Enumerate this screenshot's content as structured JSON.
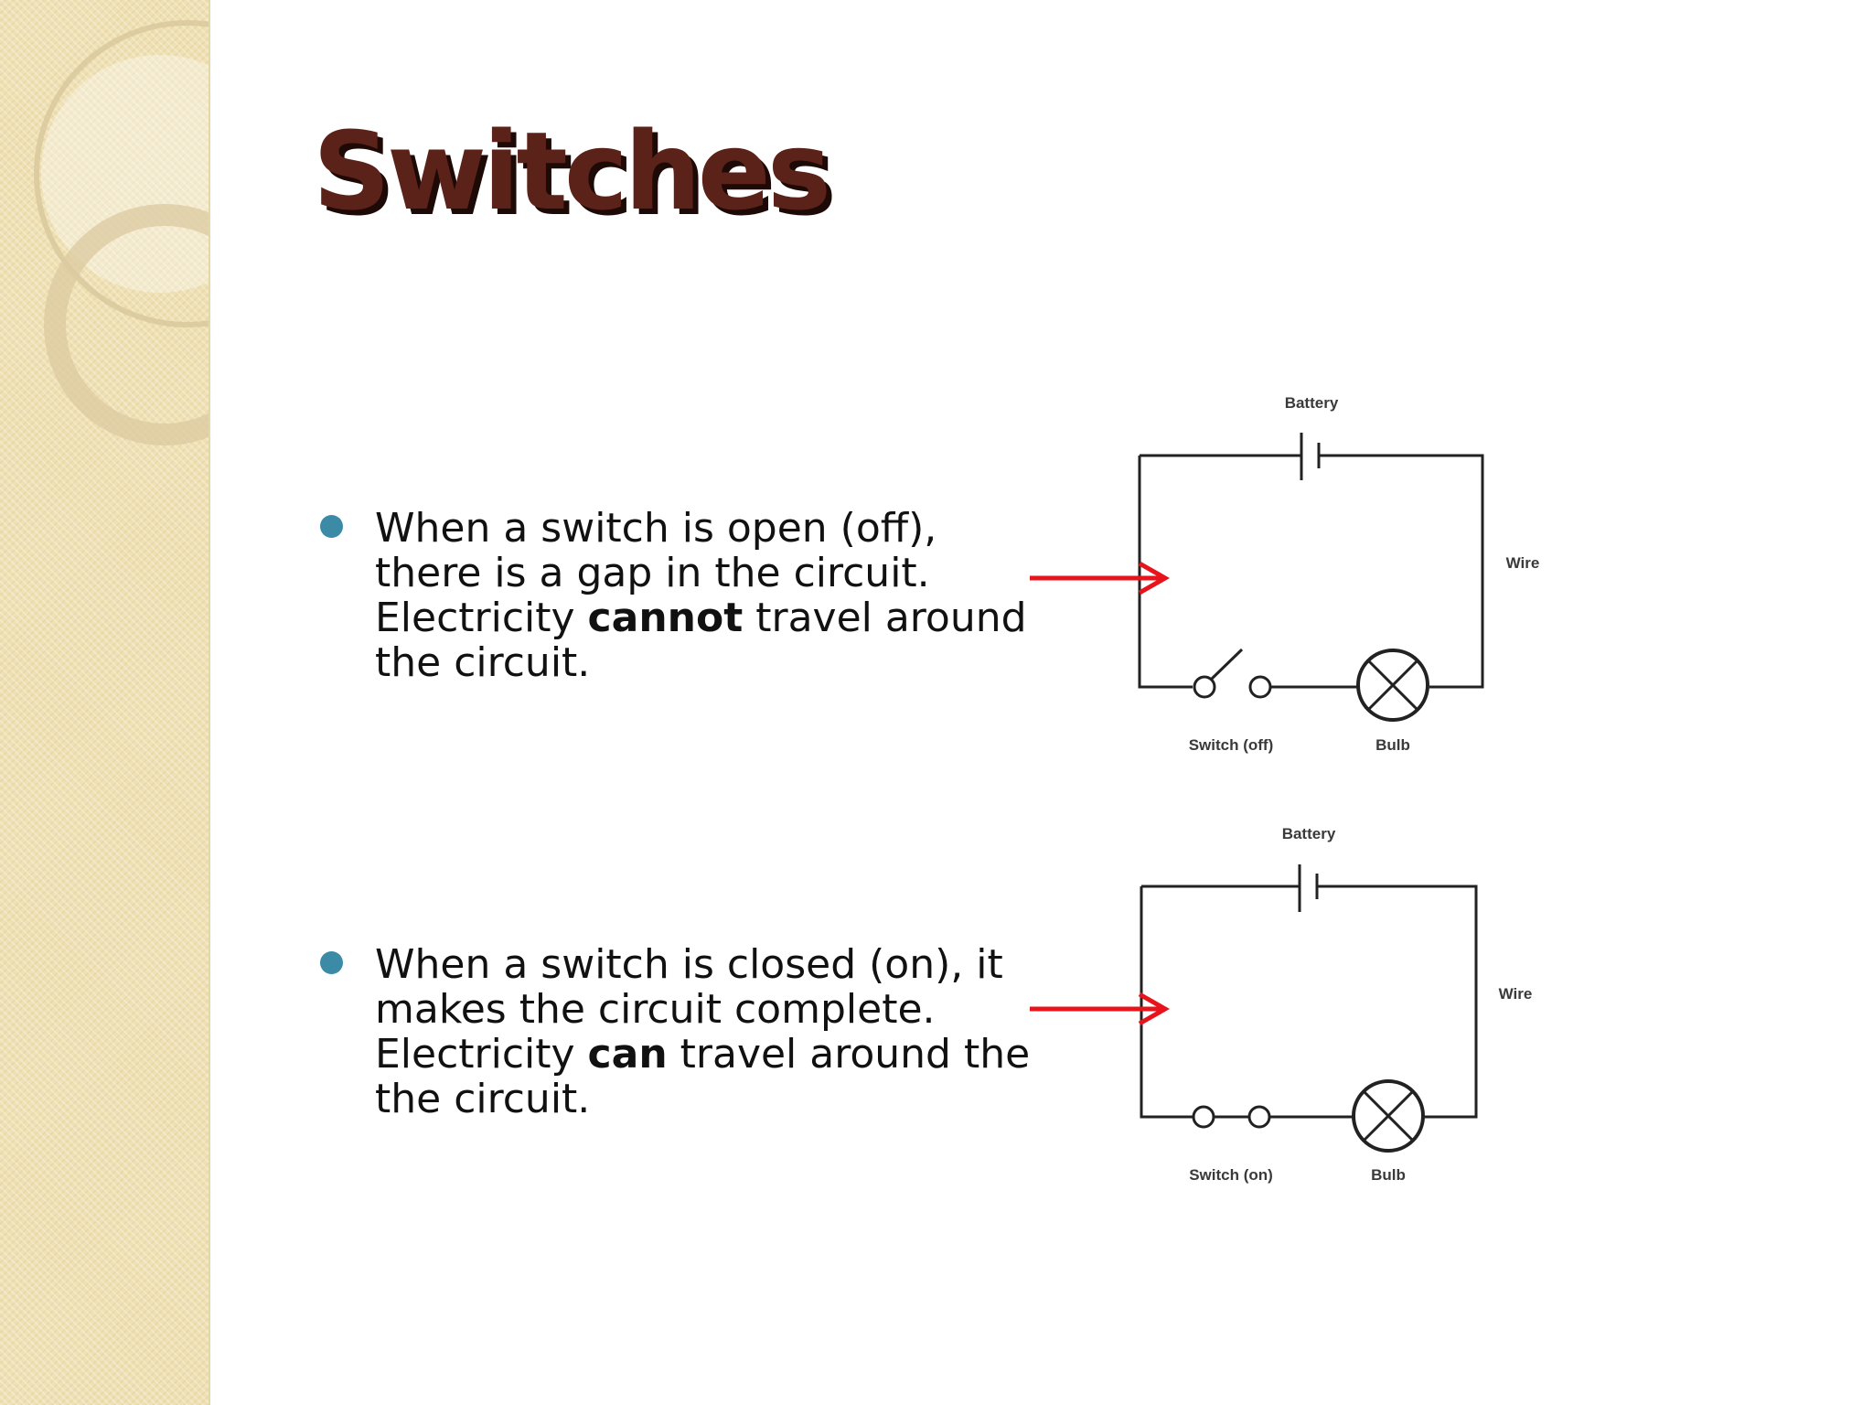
{
  "slide": {
    "title": "Switches",
    "bullets": [
      {
        "before": "When a switch is open (off), there is a gap in the circuit. Electricity ",
        "bold": "cannot",
        "after": " travel around the circuit."
      },
      {
        "before": "When a switch is closed (on), it makes the circuit complete. Electricity ",
        "bold": "can",
        "after": " travel around the the circuit."
      }
    ]
  },
  "diagrams": [
    {
      "battery_label": "Battery",
      "wire_label": "Wire",
      "switch_label": "Switch (off)",
      "bulb_label": "Bulb",
      "switch_state": "open",
      "arrow_color": "#e8141b"
    },
    {
      "battery_label": "Battery",
      "wire_label": "Wire",
      "switch_label": "Switch (on)",
      "bulb_label": "Bulb",
      "switch_state": "closed",
      "arrow_color": "#e8141b"
    }
  ],
  "colors": {
    "title": "#5a2218",
    "bullet_dot": "#3b8aa6",
    "side_band": "#efe1b4"
  }
}
